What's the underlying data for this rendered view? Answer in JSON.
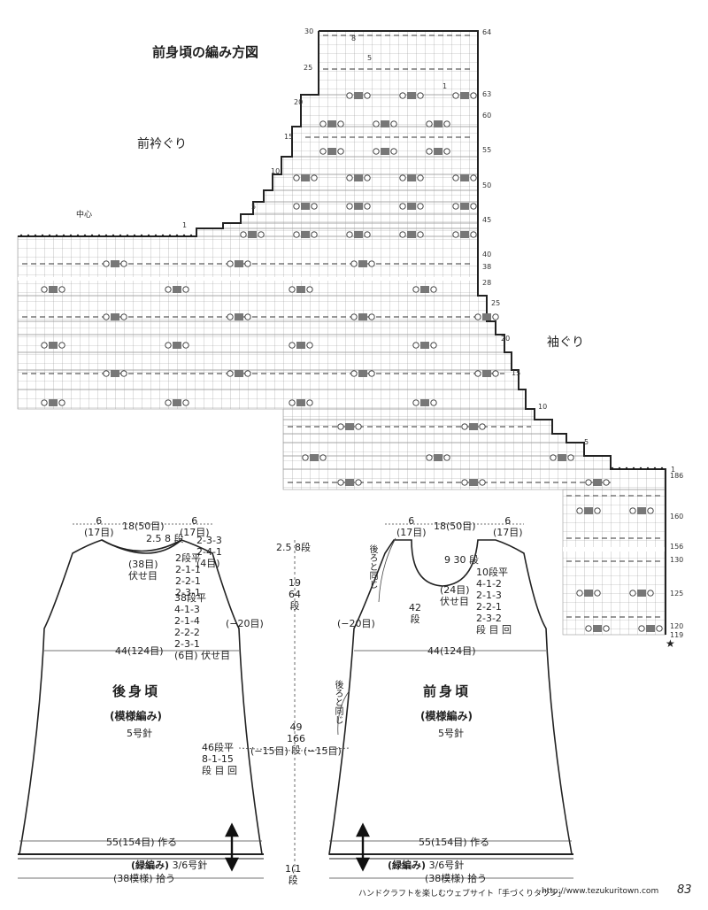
{
  "chart_title": "前身頃の編み方図",
  "labels": {
    "neckline": "前衿ぐり",
    "armhole": "袖ぐり",
    "center": "中心",
    "star": "★"
  },
  "row_numbers": {
    "top_left": [
      "30",
      "25",
      "20",
      "15",
      "10",
      "5",
      "1"
    ],
    "top_right": [
      "64",
      "63",
      "60",
      "55",
      "50",
      "45",
      "40",
      "38"
    ],
    "mid_right": [
      "28",
      "25",
      "20",
      "15",
      "10",
      "5",
      "1"
    ],
    "bot_right": [
      "186",
      "160",
      "156",
      "130",
      "125",
      "120",
      "119"
    ],
    "mini_subs": [
      "8",
      "5",
      "1"
    ]
  },
  "back": {
    "name": "後身頃",
    "pattern": "(模様編み)",
    "needle": "5号針",
    "top_left": "6",
    "top_left_sts": "(17目)",
    "top_mid": "18(50目)",
    "top_right": "6",
    "top_right_sts": "(17目)",
    "neck_height": "2.5",
    "neck_rows": "8",
    "neck_rows_unit": "段",
    "neck_right_seq": [
      "2-3-3",
      "2-4-1",
      "(4目)"
    ],
    "neck_bind": [
      "(38目)",
      "伏せ目"
    ],
    "neck_seq": [
      "2段平",
      "2-1-1",
      "2-2-1",
      "2-3-1"
    ],
    "arm_seq": [
      "38段平",
      "4-1-3",
      "2-1-4",
      "2-2-2",
      "2-3-1",
      "(6目) 伏せ目"
    ],
    "arm_dec": "(−20目)",
    "width": "44(124目)",
    "side_seq": [
      "46段平",
      "8-1-15",
      "段 目 回"
    ],
    "side_dec": "(−15目)",
    "hem": "55(154目) 作る",
    "border": "(緑編み)",
    "border_needle": "3/6号針",
    "border_pick": "(38模様) 拾う"
  },
  "front": {
    "name": "前身頃",
    "pattern": "(模様編み)",
    "needle": "5号針",
    "top_left": "6",
    "top_left_sts": "(17目)",
    "top_mid": "18(50目)",
    "top_right": "6",
    "top_right_sts": "(17目)",
    "same_as_back_1": "後ろと同じ",
    "same_as_back_2": "後ろと同じ",
    "neck_height": "9",
    "neck_rows": "30",
    "neck_rows_unit": "段",
    "neck_bind": [
      "(24目)",
      "伏せ目"
    ],
    "neck_seq": [
      "10段平",
      "4-1-2",
      "2-1-3",
      "2-2-1",
      "2-3-2",
      "段 目 回"
    ],
    "arm_rows": "42",
    "arm_rows_unit": "段",
    "arm_dec": "(−20目)",
    "width": "44(124目)",
    "side_dec": "(−15目)",
    "hem": "55(154目) 作る",
    "border": "(緑編み)",
    "border_needle": "3/6号針",
    "border_pick": "(38模様) 拾う"
  },
  "vertical_dims": {
    "v1": "2.5",
    "v1_rows": "8",
    "v1_unit": "段",
    "v2": "19",
    "v2_rows": "64",
    "v2_unit": "段",
    "v3": "49",
    "v3_rows": "166",
    "v3_unit": "段",
    "v4": "1",
    "v4_rows": "1",
    "v4_unit": "段"
  },
  "footer": {
    "text": "ハンドクラフトを楽しむウェブサイト「手づくりタウン」",
    "url": "http://www.tezukuritown.com",
    "page": "83"
  }
}
